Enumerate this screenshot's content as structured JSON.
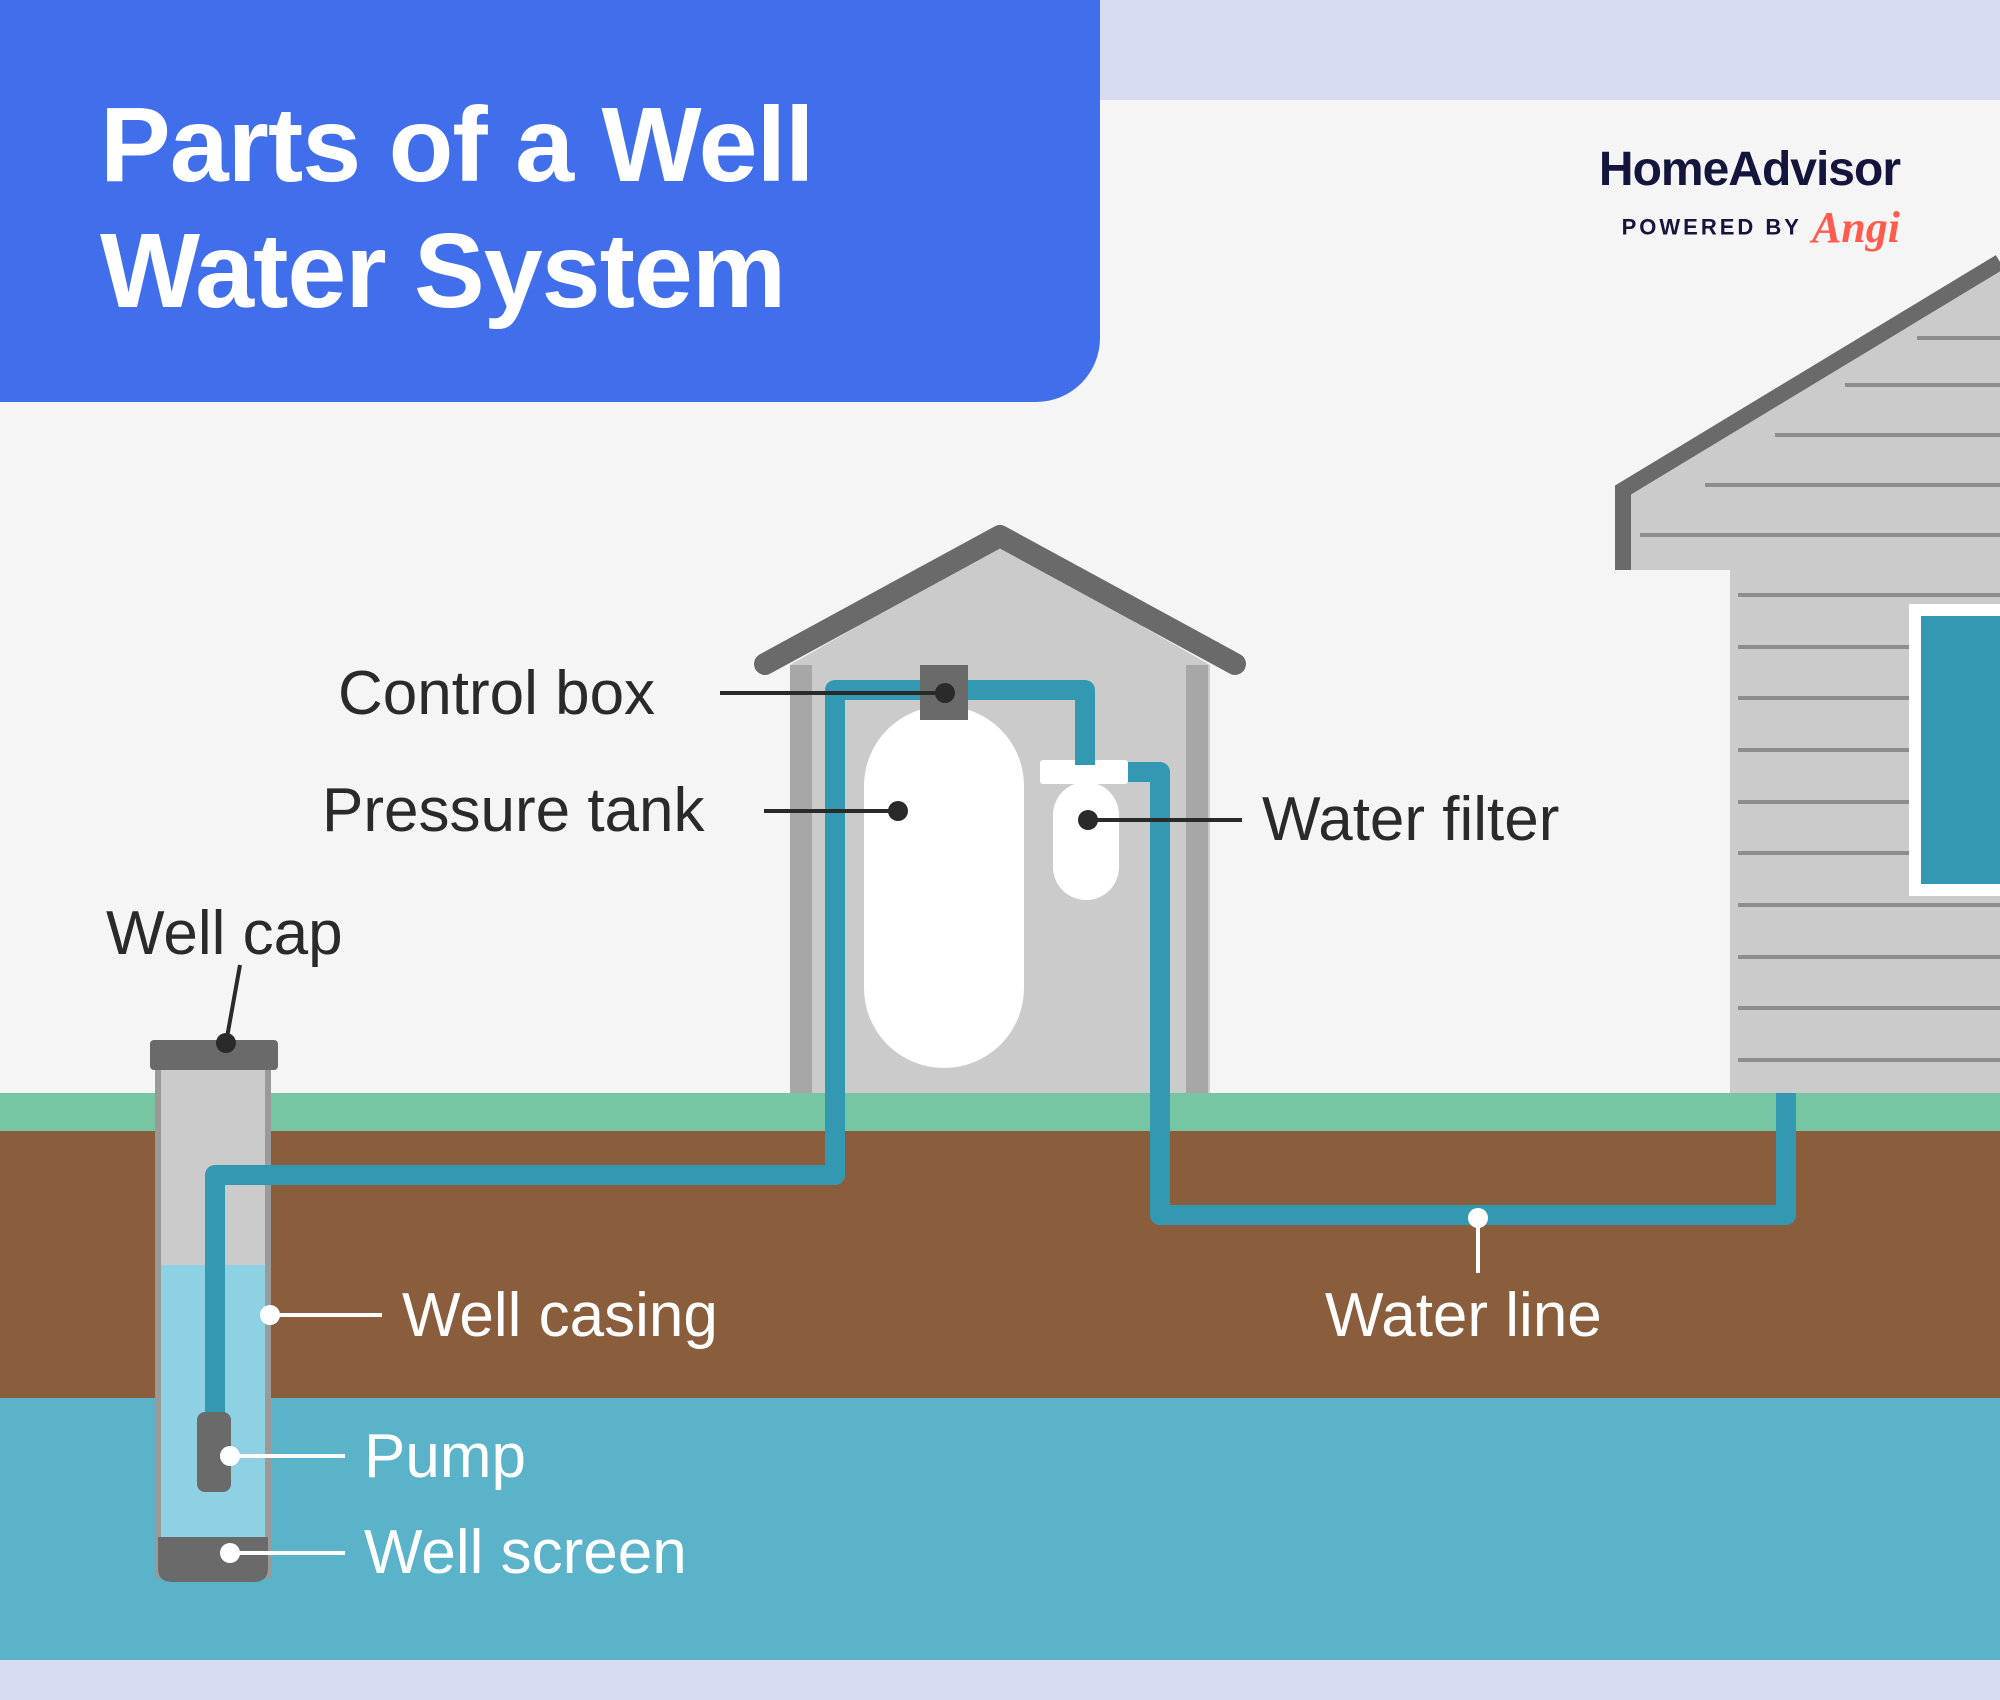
{
  "title": {
    "line1": "Parts of a Well",
    "line2": "Water System"
  },
  "brand": {
    "name": "HomeAdvisor",
    "powered_by": "POWERED BY",
    "partner": "Angi"
  },
  "labels": {
    "control_box": "Control box",
    "pressure_tank": "Pressure tank",
    "water_filter": "Water filter",
    "well_cap": "Well cap",
    "well_casing": "Well casing",
    "water_line": "Water line",
    "pump": "Pump",
    "well_screen": "Well screen"
  },
  "colors": {
    "title_bg": "#416fec",
    "sky": "#f5f5f5",
    "frame": "#d7dbf1",
    "grass": "#77c6a3",
    "soil": "#8a5d3d",
    "groundwater": "#5ab3c8",
    "pipe": "#3399b3",
    "structure_gray": "#cbcbcb",
    "roof_dark": "#6a6a6a",
    "brand_text": "#14153d",
    "brand_accent": "#ff5c4d"
  }
}
